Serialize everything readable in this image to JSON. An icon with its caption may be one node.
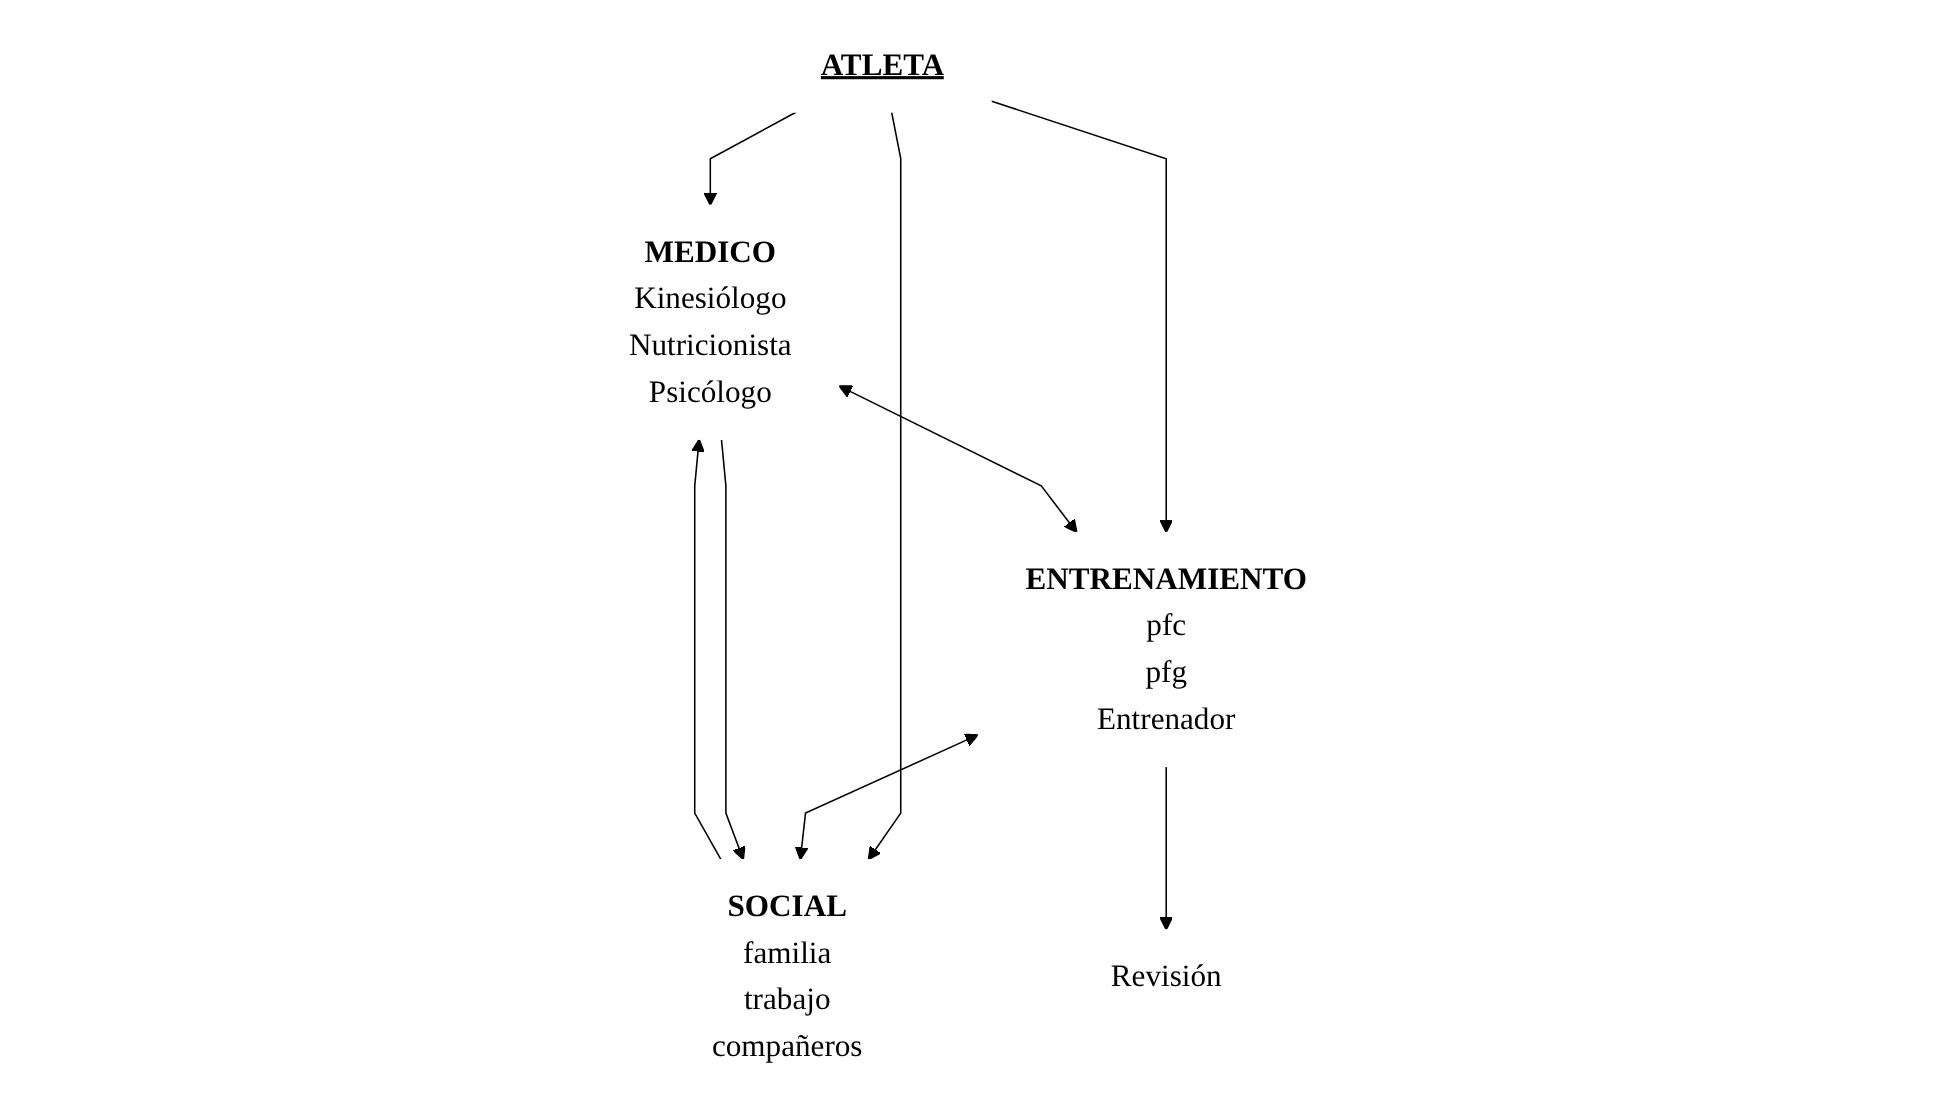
{
  "diagram": {
    "nodes": [
      {
        "text": [
          "ATLETA"
        ]
      },
      {
        "text": [
          "MEDICO",
          "Kinesiólogo",
          "Nutricionista",
          "Psicólogo"
        ]
      },
      {
        "text": [
          "ENTRENAMIENTO",
          "pfc",
          "pfg",
          "Entrenador"
        ]
      },
      {
        "text": [
          "SOCIAL",
          "familia",
          "trabajo",
          "compañeros"
        ]
      },
      {
        "text": [
          "Revisión"
        ]
      }
    ],
    "edges": [
      {
        "from": 0,
        "to": 1,
        "arrow": "to"
      },
      {
        "from": 0,
        "to": 2,
        "arrow": "to"
      },
      {
        "from": 0,
        "to": 3,
        "arrow": "to"
      },
      {
        "from": 1,
        "to": 2,
        "arrow": "both"
      },
      {
        "from": 2,
        "to": 3,
        "arrow": "both"
      },
      {
        "from": 1,
        "to": 3,
        "arrow": "to"
      },
      {
        "from": 3,
        "to": 1,
        "arrow": "to"
      },
      {
        "from": 2,
        "to": 4,
        "arrow": "to"
      }
    ]
  }
}
